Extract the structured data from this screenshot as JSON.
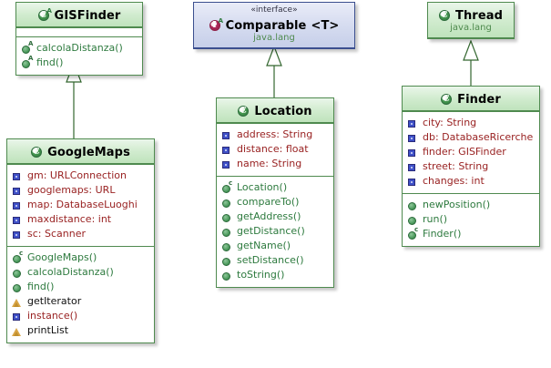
{
  "diagram": {
    "title": "UML Class Diagram",
    "colors": {
      "class_border": "#4f8a4f",
      "class_header": "#cfe8cc",
      "interface_border": "#3b4f8f",
      "interface_header": "#d6dcf0",
      "attribute_text": "#992222",
      "method_text": "#2d7a3e",
      "package_text": "#4e8a4e",
      "connector": "#33662f"
    },
    "relations": [
      {
        "name": "googlemaps-extends-gisfinder",
        "from": "GoogleMaps",
        "to": "GISFinder",
        "type": "generalization"
      },
      {
        "name": "location-implements-comparable",
        "from": "Location",
        "to": "Comparable <T>",
        "type": "generalization"
      },
      {
        "name": "finder-extends-thread",
        "from": "Finder",
        "to": "Thread",
        "type": "generalization"
      }
    ]
  },
  "classes": {
    "gisfinder": {
      "name": "GISFinder",
      "stereotype": "",
      "package": "",
      "icon": "class-abstract-icon",
      "icon_letter": "C",
      "icon_sup": "A",
      "attributes": [],
      "methods": [
        {
          "name": "calcolaDistanza()",
          "visibility": "public",
          "icon": "method-public-icon",
          "sup": "A",
          "abstract": true
        },
        {
          "name": "find()",
          "visibility": "public",
          "icon": "method-public-icon",
          "sup": "A",
          "abstract": true
        }
      ]
    },
    "googlemaps": {
      "name": "GoogleMaps",
      "stereotype": "",
      "package": "",
      "icon": "class-icon",
      "icon_letter": "C",
      "icon_sup": "",
      "attributes": [
        {
          "name": "gm: URLConnection",
          "visibility": "private",
          "icon": "attribute-private-icon"
        },
        {
          "name": "googlemaps: URL",
          "visibility": "private",
          "icon": "attribute-private-icon"
        },
        {
          "name": "map: DatabaseLuoghi",
          "visibility": "private",
          "icon": "attribute-private-icon"
        },
        {
          "name": "maxdistance: int",
          "visibility": "private",
          "icon": "attribute-private-icon"
        },
        {
          "name": "sc: Scanner",
          "visibility": "private",
          "icon": "attribute-private-icon"
        }
      ],
      "methods": [
        {
          "name": "GoogleMaps()",
          "visibility": "public",
          "icon": "constructor-icon",
          "sup": "c"
        },
        {
          "name": "calcolaDistanza()",
          "visibility": "public",
          "icon": "method-public-icon",
          "sup": ""
        },
        {
          "name": "find()",
          "visibility": "public",
          "icon": "method-public-icon",
          "sup": ""
        },
        {
          "name": "getIterator",
          "visibility": "protected",
          "icon": "method-protected-icon",
          "sup": ""
        },
        {
          "name": "instance()",
          "visibility": "private",
          "icon": "method-private-icon",
          "sup": ""
        },
        {
          "name": "printList",
          "visibility": "protected",
          "icon": "method-protected-icon",
          "sup": ""
        }
      ]
    },
    "comparable": {
      "name": "Comparable",
      "generic": "<T>",
      "stereotype": "«interface»",
      "package": "java.lang",
      "icon": "interface-abstract-icon",
      "icon_letter": "I",
      "icon_sup": "A",
      "attributes": [],
      "methods": []
    },
    "location": {
      "name": "Location",
      "stereotype": "",
      "package": "",
      "icon": "class-icon",
      "icon_letter": "C",
      "icon_sup": "",
      "attributes": [
        {
          "name": "address: String",
          "visibility": "private",
          "icon": "attribute-private-icon"
        },
        {
          "name": "distance: float",
          "visibility": "private",
          "icon": "attribute-private-icon"
        },
        {
          "name": "name: String",
          "visibility": "private",
          "icon": "attribute-private-icon"
        }
      ],
      "methods": [
        {
          "name": "Location()",
          "visibility": "public",
          "icon": "constructor-icon",
          "sup": "c"
        },
        {
          "name": "compareTo()",
          "visibility": "public",
          "icon": "method-public-icon",
          "sup": ""
        },
        {
          "name": "getAddress()",
          "visibility": "public",
          "icon": "method-public-icon",
          "sup": ""
        },
        {
          "name": "getDistance()",
          "visibility": "public",
          "icon": "method-public-icon",
          "sup": ""
        },
        {
          "name": "getName()",
          "visibility": "public",
          "icon": "method-public-icon",
          "sup": ""
        },
        {
          "name": "setDistance()",
          "visibility": "public",
          "icon": "method-public-icon",
          "sup": ""
        },
        {
          "name": "toString()",
          "visibility": "public",
          "icon": "method-public-icon",
          "sup": ""
        }
      ]
    },
    "thread": {
      "name": "Thread",
      "stereotype": "",
      "package": "java.lang",
      "icon": "class-icon",
      "icon_letter": "C",
      "icon_sup": "",
      "attributes": [],
      "methods": []
    },
    "finder": {
      "name": "Finder",
      "stereotype": "",
      "package": "",
      "icon": "class-icon",
      "icon_letter": "C",
      "icon_sup": "",
      "attributes": [
        {
          "name": "city: String",
          "visibility": "private",
          "icon": "attribute-private-icon"
        },
        {
          "name": "db: DatabaseRicerche",
          "visibility": "private",
          "icon": "attribute-private-icon"
        },
        {
          "name": "finder: GISFinder",
          "visibility": "private",
          "icon": "attribute-private-icon"
        },
        {
          "name": "street: String",
          "visibility": "private",
          "icon": "attribute-private-icon"
        },
        {
          "name": "changes: int",
          "visibility": "private",
          "icon": "attribute-private-icon"
        }
      ],
      "methods": [
        {
          "name": "newPosition()",
          "visibility": "public",
          "icon": "method-public-icon",
          "sup": ""
        },
        {
          "name": "run()",
          "visibility": "public",
          "icon": "method-public-icon",
          "sup": ""
        },
        {
          "name": "Finder()",
          "visibility": "public",
          "icon": "constructor-icon",
          "sup": "c"
        }
      ]
    }
  }
}
